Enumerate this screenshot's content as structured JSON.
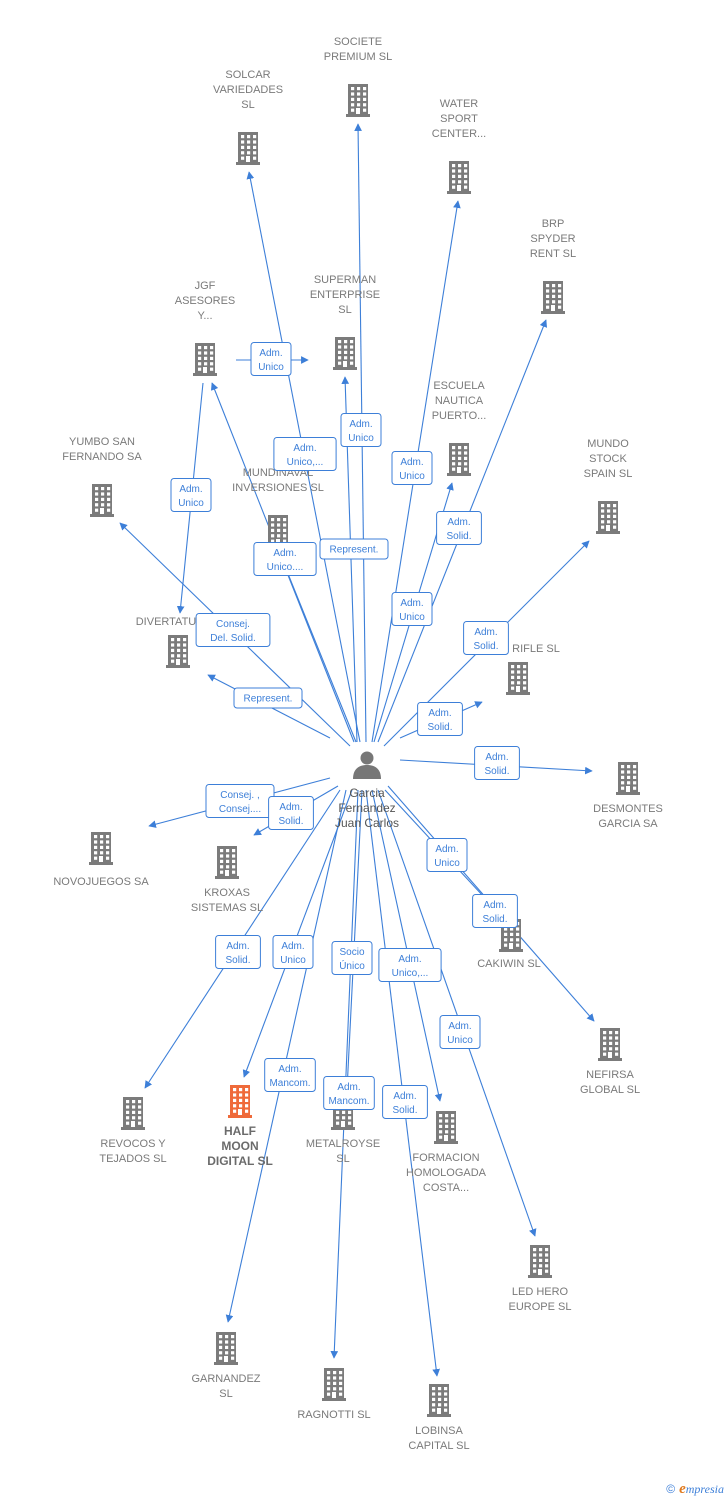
{
  "colors": {
    "edge": "#3d7fd8",
    "building": "#7b7b7b",
    "highlight": "#ef6a3a"
  },
  "center": {
    "label": [
      "Garcia",
      "Fernandez",
      "Juan Carlos"
    ],
    "icon": "person-icon"
  },
  "companies": [
    {
      "id": "societe-premium",
      "label": [
        "SOCIETE",
        "PREMIUM  SL"
      ]
    },
    {
      "id": "solcar-variedades",
      "label": [
        "SOLCAR",
        "VARIEDADES",
        "SL"
      ]
    },
    {
      "id": "water-sport-center",
      "label": [
        "WATER",
        "SPORT",
        "CENTER..."
      ]
    },
    {
      "id": "brp-spyder-rent",
      "label": [
        "BRP",
        "SPYDER",
        "RENT SL"
      ]
    },
    {
      "id": "jgf-asesores",
      "label": [
        "JGF",
        "ASESORES",
        "Y..."
      ]
    },
    {
      "id": "superman-enterprise",
      "label": [
        "SUPERMAN",
        "ENTERPRISE",
        "SL"
      ]
    },
    {
      "id": "escuela-nautica",
      "label": [
        "ESCUELA",
        "NAUTICA",
        "PUERTO..."
      ]
    },
    {
      "id": "yumbo-san-fernando",
      "label": [
        "YUMBO SAN",
        "FERNANDO SA"
      ]
    },
    {
      "id": "mundinaval",
      "label": [
        "MUNDINAVAL",
        "INVERSIONES SL"
      ]
    },
    {
      "id": "mundo-stock-spain",
      "label": [
        "MUNDO",
        "STOCK",
        "SPAIN SL"
      ]
    },
    {
      "id": "divertatu",
      "label": [
        "DIVERTATU"
      ]
    },
    {
      "id": "rifle",
      "label": [
        "RIFLE  SL"
      ]
    },
    {
      "id": "desmontes-garcia",
      "label": [
        "DESMONTES",
        "GARCIA SA"
      ]
    },
    {
      "id": "novojuegos",
      "label": [
        "NOVOJUEGOS SA"
      ]
    },
    {
      "id": "kroxas-sistemas",
      "label": [
        "KROXAS",
        "SISTEMAS SL"
      ]
    },
    {
      "id": "cakiwin",
      "label": [
        "CAKIWIN  SL"
      ]
    },
    {
      "id": "nefirsa-global",
      "label": [
        "NEFIRSA",
        "GLOBAL  SL"
      ]
    },
    {
      "id": "revocos-tejados",
      "label": [
        "REVOCOS Y",
        "TEJADOS  SL"
      ]
    },
    {
      "id": "half-moon-digital",
      "label": [
        "HALF",
        "MOON",
        "DIGITAL  SL"
      ],
      "highlight": true
    },
    {
      "id": "metalroyse",
      "label": [
        "METALROYSE",
        "SL"
      ]
    },
    {
      "id": "formacion-homologada",
      "label": [
        "FORMACION",
        "HOMOLOGADA",
        "COSTA..."
      ]
    },
    {
      "id": "led-hero-europe",
      "label": [
        "LED HERO",
        "EUROPE  SL"
      ]
    },
    {
      "id": "garnandez",
      "label": [
        "GARNANDEZ",
        "SL"
      ]
    },
    {
      "id": "ragnotti",
      "label": [
        "RAGNOTTI  SL"
      ]
    },
    {
      "id": "lobinsa-capital",
      "label": [
        "LOBINSA",
        "CAPITAL SL"
      ]
    }
  ],
  "relations": [
    {
      "from": "center",
      "to": "societe-premium",
      "label": [
        "Adm.",
        "Unico"
      ]
    },
    {
      "from": "center",
      "to": "solcar-variedades",
      "label": [
        "Adm.",
        "Unico,..."
      ]
    },
    {
      "from": "center",
      "to": "water-sport-center",
      "label": [
        "Adm.",
        "Unico"
      ]
    },
    {
      "from": "center",
      "to": "brp-spyder-rent",
      "label": [
        "Adm.",
        "Solid."
      ]
    },
    {
      "from": "center",
      "to": "jgf-asesores",
      "label": [
        "Adm.",
        "Unico"
      ]
    },
    {
      "from": "jgf-asesores",
      "to": "superman-enterprise",
      "label": [
        "Adm.",
        "Unico"
      ]
    },
    {
      "from": "jgf-asesores",
      "to": "divertatu",
      "label": [
        "Adm.",
        "Unico"
      ]
    },
    {
      "from": "center",
      "to": "superman-enterprise",
      "label": [
        "Represent."
      ]
    },
    {
      "from": "center",
      "to": "escuela-nautica",
      "label": [
        "Adm.",
        "Unico"
      ]
    },
    {
      "from": "center",
      "to": "yumbo-san-fernando",
      "label": [
        "Consej.",
        "Del. Solid."
      ]
    },
    {
      "from": "center",
      "to": "mundinaval",
      "label": [
        "Adm.",
        "Unico...."
      ]
    },
    {
      "from": "center",
      "to": "mundo-stock-spain",
      "label": [
        "Adm.",
        "Solid."
      ]
    },
    {
      "from": "center",
      "to": "divertatu",
      "label": [
        "Represent."
      ]
    },
    {
      "from": "center",
      "to": "rifle",
      "label": [
        "Adm.",
        "Solid."
      ]
    },
    {
      "from": "center",
      "to": "desmontes-garcia",
      "label": [
        "Adm.",
        "Solid."
      ]
    },
    {
      "from": "center",
      "to": "novojuegos",
      "label": [
        "Consej. ,",
        "Consej...."
      ]
    },
    {
      "from": "center",
      "to": "kroxas-sistemas",
      "label": [
        "Adm.",
        "Solid."
      ]
    },
    {
      "from": "center",
      "to": "cakiwin",
      "label": [
        "Adm.",
        "Unico"
      ]
    },
    {
      "from": "center",
      "to": "nefirsa-global",
      "label": [
        "Adm.",
        "Solid."
      ]
    },
    {
      "from": "center",
      "to": "revocos-tejados",
      "label": [
        "Adm.",
        "Solid."
      ]
    },
    {
      "from": "center",
      "to": "half-moon-digital",
      "label": [
        "Adm.",
        "Unico"
      ]
    },
    {
      "from": "center",
      "to": "metalroyse",
      "label": [
        "Socio",
        "Único"
      ]
    },
    {
      "from": "center",
      "to": "formacion-homologada",
      "label": [
        "Adm.",
        "Unico,..."
      ]
    },
    {
      "from": "center",
      "to": "led-hero-europe",
      "label": [
        "Adm.",
        "Unico"
      ]
    },
    {
      "from": "center",
      "to": "garnandez",
      "label": [
        "Adm.",
        "Mancom."
      ]
    },
    {
      "from": "center",
      "to": "ragnotti",
      "label": [
        "Adm.",
        "Mancom."
      ]
    },
    {
      "from": "center",
      "to": "lobinsa-capital",
      "label": [
        "Adm.",
        "Solid."
      ]
    }
  ],
  "footer": {
    "copyright": "©",
    "brand_initial": "e",
    "brand_rest": "mpresia"
  }
}
